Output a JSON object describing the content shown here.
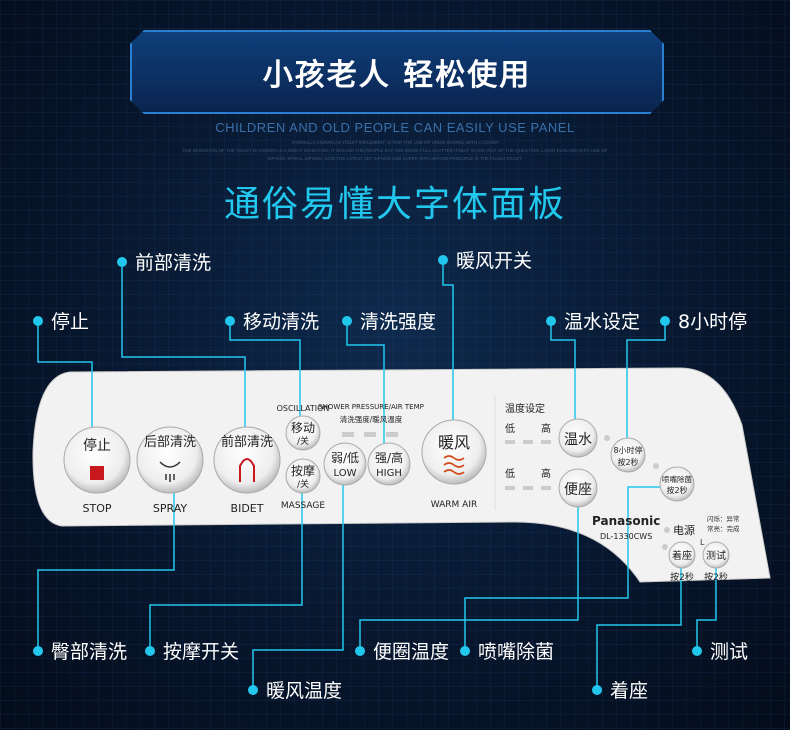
{
  "banner": {
    "title": "小孩老人 轻松使用"
  },
  "subtitle_en": "CHILDREN AND OLD PEOPLE CAN EASILY USE PANEL",
  "subtitle_small": [
    "FORMALLY KNOWN AS TOILET IMPLEMENT, IS FOR THE USE OF URINE BARREL WITH A COVER",
    "THE INVENTION OF THE TOILET IS KNOWN AS A GREAT INVENTION, IT SOLVED THE PEOPLE EAT AND DRINK FULL SCATTER ITSELF IN AND OUT OF THE QUESTION. LATER EVOLVED INTO USE OF",
    "SIPHON, SPIRAL SIPHON, NOW THE LATEST JET SIPHON AND SUPER SPIN SIPHON PRINCIPLE IS THE FLUSH TOILET."
  ],
  "heading": "通俗易懂大字体面板",
  "callouts": {
    "front_wash": "前部清洗",
    "stop": "停止",
    "move_wash": "移动清洗",
    "wash_strength": "清洗强度",
    "warm_air_switch": "暖风开关",
    "water_temp": "温水设定",
    "eight_hour": "8小时停",
    "rear_wash": "臀部清洗",
    "massage_switch": "按摩开关",
    "warm_air_temp": "暖风温度",
    "seat_temp": "便圈温度",
    "nozzle_clean": "喷嘴除菌",
    "seat_sensor": "着座",
    "test": "测试"
  },
  "panel": {
    "stop": {
      "cn": "停止",
      "en": "STOP"
    },
    "spray": {
      "cn": "后部清洗",
      "en": "SPRAY"
    },
    "bidet": {
      "cn": "前部清洗",
      "en": "BIDET"
    },
    "oscillation": {
      "en": "OSCILLATION",
      "cn1": "移动",
      "cn2": "/关"
    },
    "massage": {
      "en": "MASSAGE",
      "cn1": "按摩",
      "cn2": "/关"
    },
    "pressure_header_en": "SHOWER PRESSURE/AIR TEMP",
    "pressure_header_cn": "清洗强度/暖风温度",
    "low": {
      "cn": "弱/低",
      "en": "LOW"
    },
    "high": {
      "cn": "强/高",
      "en": "HIGH"
    },
    "warm_air": {
      "cn": "暖风",
      "en": "WARM AIR"
    },
    "temp_setting": "温度设定",
    "low_label": "低",
    "high_label": "高",
    "warm_water": "温水",
    "seat": "便座",
    "eight_hour": {
      "l1": "8小时停",
      "l2": "按2秒"
    },
    "nozzle": {
      "l1": "喷嘴除菌",
      "l2": "按2秒"
    },
    "brand": "Panasonic",
    "model": "DL-1330CWS",
    "power": "电源",
    "blink": "闪烁：异常",
    "steady": "常亮：完成",
    "l_mark": "L",
    "seat_btn": "着座",
    "test_btn": "测试",
    "press2": "按2秒"
  },
  "colors": {
    "accent": "#22c7ee",
    "panel": "#f2f2f2",
    "background": "#07152b"
  }
}
